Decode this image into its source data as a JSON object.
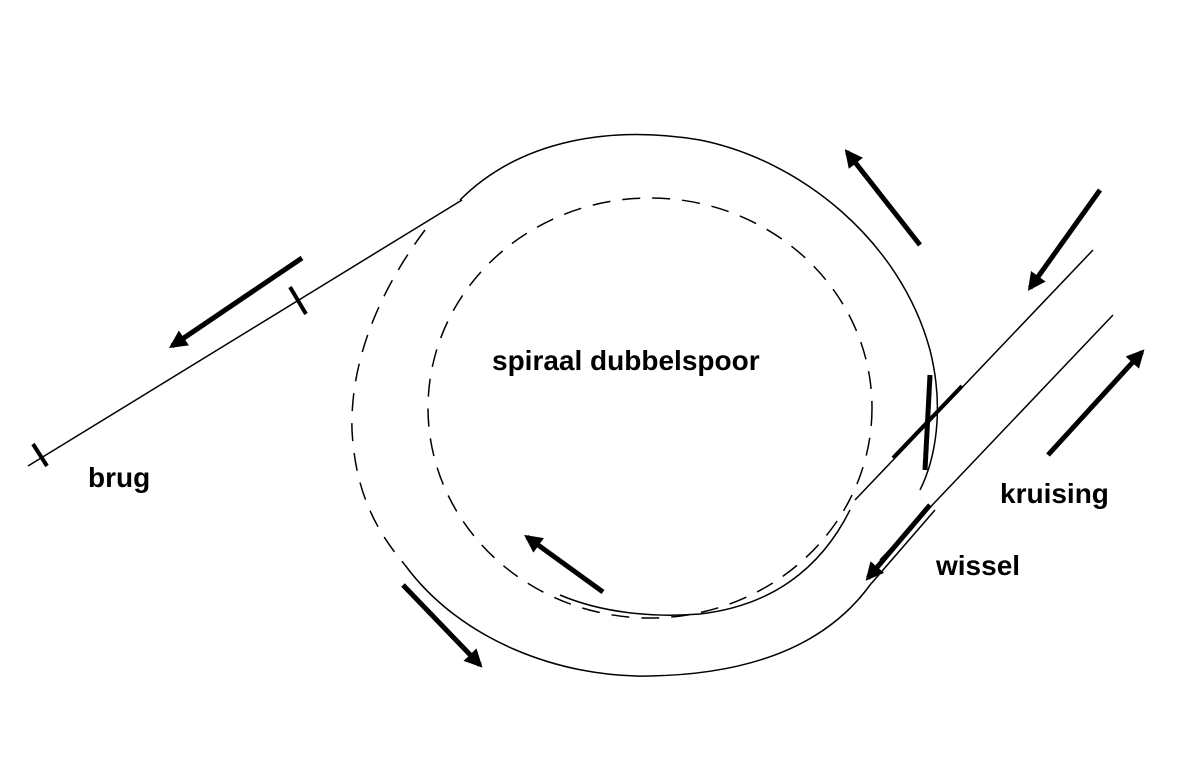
{
  "labels": {
    "center": "spiraal dubbelspoor",
    "brug": "brug",
    "kruising": "kruising",
    "wissel": "wissel"
  },
  "colors": {
    "line": "#000000",
    "background": "#ffffff"
  }
}
